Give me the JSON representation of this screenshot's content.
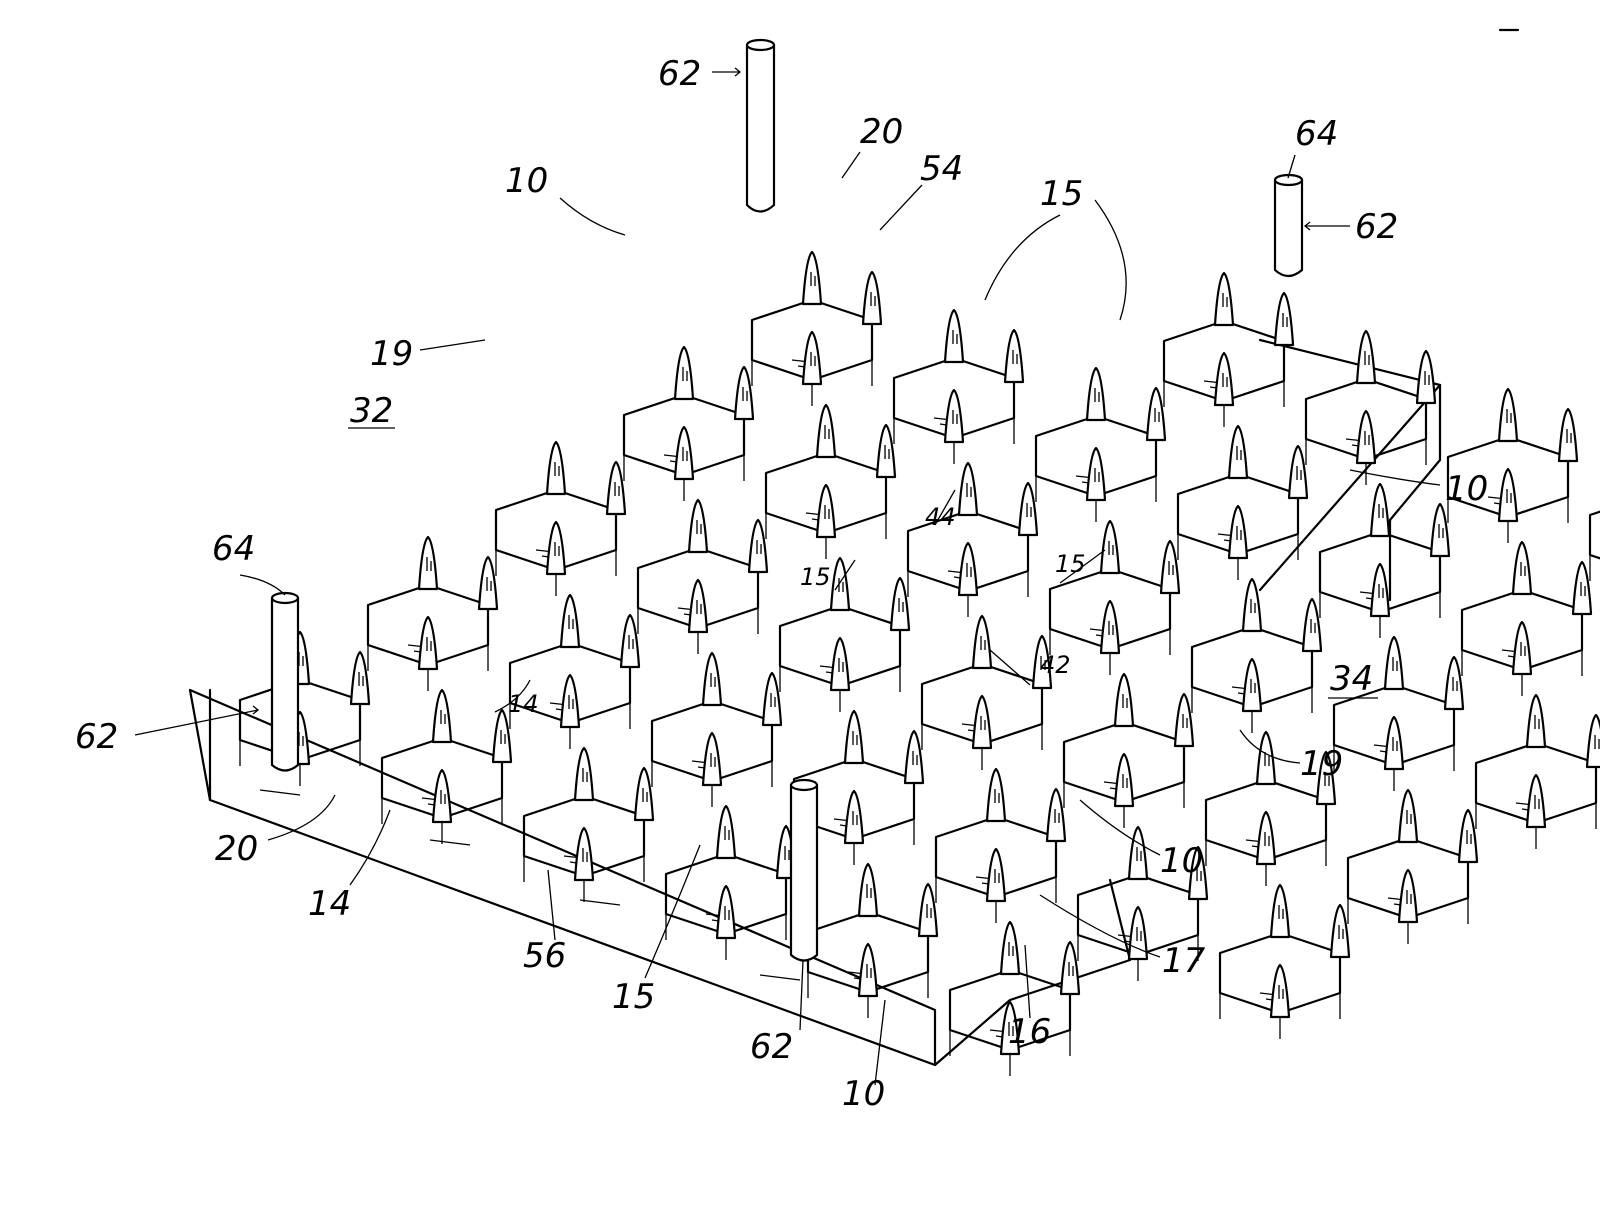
{
  "figure": {
    "labels": [
      {
        "id": "label-62-top",
        "text": "62"
      },
      {
        "id": "label-64-top-right",
        "text": "64"
      },
      {
        "id": "label-62-top-right",
        "text": "62"
      },
      {
        "id": "label-20-top",
        "text": "20"
      },
      {
        "id": "label-54",
        "text": "54"
      },
      {
        "id": "label-10-top",
        "text": "10"
      },
      {
        "id": "label-15-top",
        "text": "15"
      },
      {
        "id": "label-19-left",
        "text": "19"
      },
      {
        "id": "label-32",
        "text": "32"
      },
      {
        "id": "label-10-right",
        "text": "10"
      },
      {
        "id": "label-64-left",
        "text": "64"
      },
      {
        "id": "label-44",
        "text": "44"
      },
      {
        "id": "label-15-center-left",
        "text": "15"
      },
      {
        "id": "label-15-center-right",
        "text": "15"
      },
      {
        "id": "label-42",
        "text": "42"
      },
      {
        "id": "label-34",
        "text": "34"
      },
      {
        "id": "label-62-left",
        "text": "62"
      },
      {
        "id": "label-14-upper",
        "text": "14"
      },
      {
        "id": "label-19-right",
        "text": "19"
      },
      {
        "id": "label-20-bottom",
        "text": "20"
      },
      {
        "id": "label-14-lower",
        "text": "14"
      },
      {
        "id": "label-10-lower-right",
        "text": "10"
      },
      {
        "id": "label-56",
        "text": "56"
      },
      {
        "id": "label-15-bottom",
        "text": "15"
      },
      {
        "id": "label-17",
        "text": "17"
      },
      {
        "id": "label-62-bottom",
        "text": "62"
      },
      {
        "id": "label-16",
        "text": "16"
      },
      {
        "id": "label-10-bottom",
        "text": "10"
      }
    ]
  }
}
